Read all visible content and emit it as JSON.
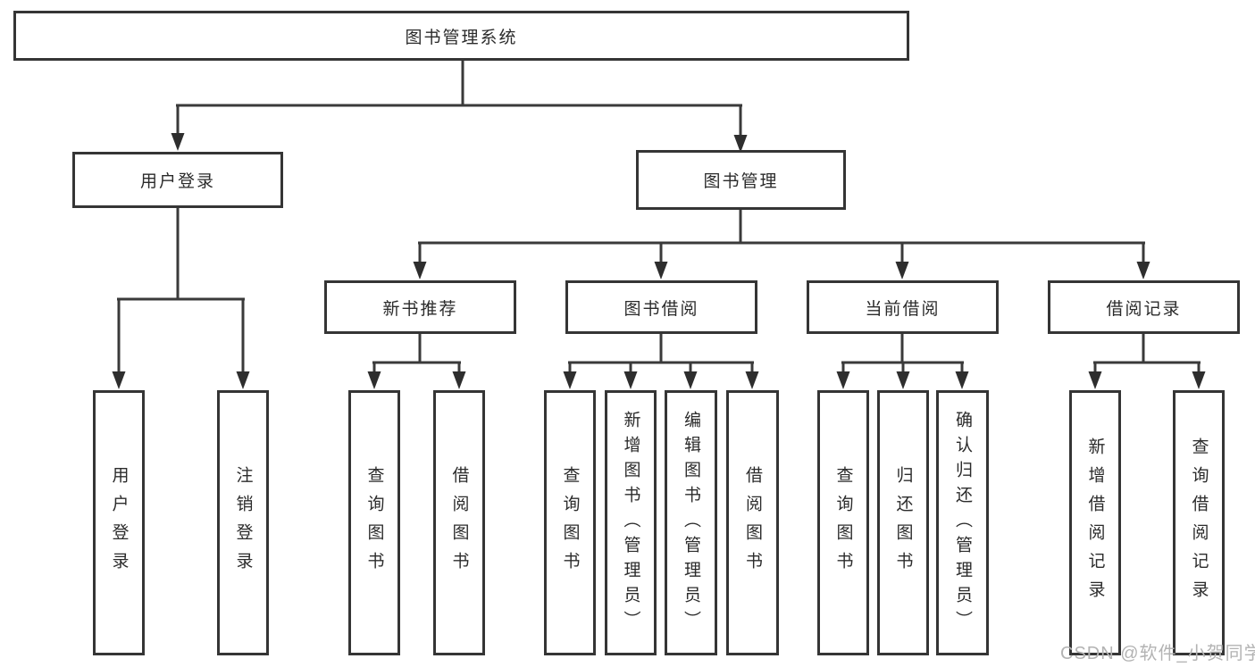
{
  "diagram": {
    "title": "图书管理系统",
    "colors": {
      "line": "#3a3a3a",
      "box_border": "#353535",
      "text": "#2b2b2b",
      "background": "#ffffff",
      "watermark": "#b3b3b3"
    },
    "nodes": {
      "root": "图书管理系统",
      "user_login": "用户登录",
      "book_mgmt": "图书管理",
      "new_book_rec": "新书推荐",
      "book_borrow": "图书借阅",
      "current_borrow": "当前借阅",
      "borrow_record": "借阅记录",
      "ul_login": "用户登录",
      "ul_logout": "注销登录",
      "nb_query": "查询图书",
      "nb_borrow": "借阅图书",
      "bb_query": "查询图书",
      "bb_add": "新增图书（管理员）",
      "bb_edit": "编辑图书（管理员）",
      "bb_borrow": "借阅图书",
      "cb_query": "查询图书",
      "cb_return": "归还图书",
      "cb_confirm": "确认归还（管理员）",
      "br_add": "新增借阅记录",
      "br_query": "查询借阅记录"
    },
    "watermark": "CSDN @软件_小贺同学"
  }
}
